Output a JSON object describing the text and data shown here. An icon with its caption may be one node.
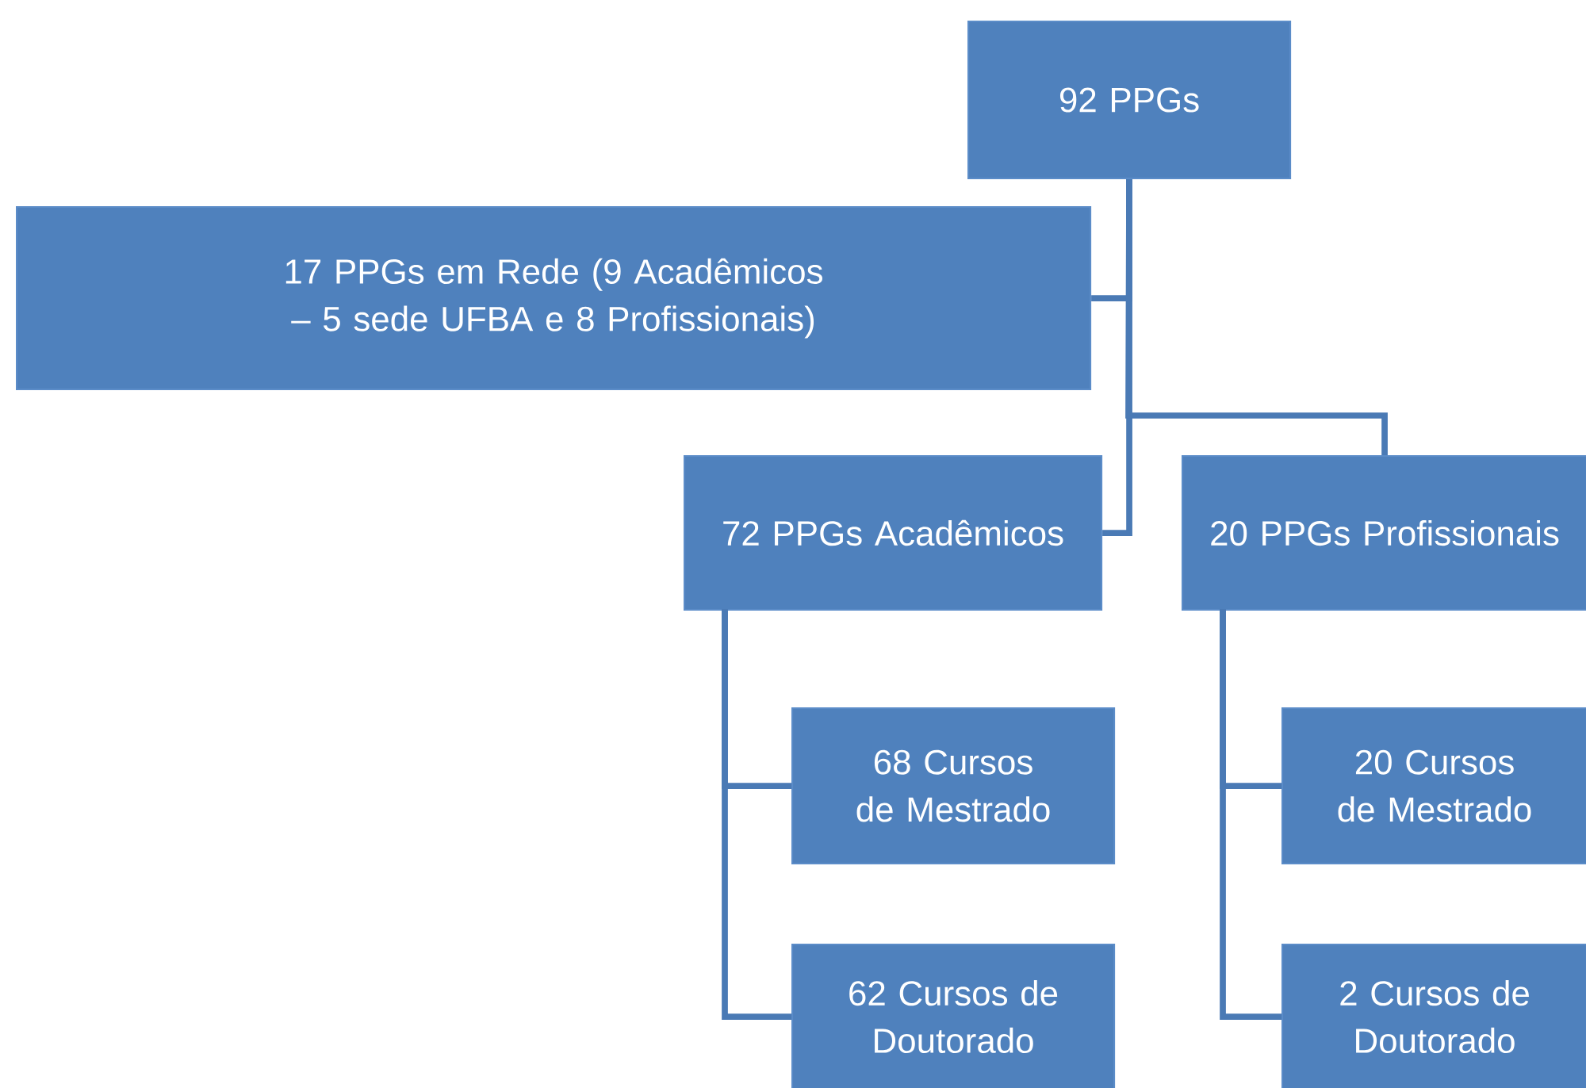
{
  "diagram": {
    "nodes": [
      {
        "text": [
          "92 PPGs"
        ]
      },
      {
        "text": [
          "17 PPGs em Rede (9 Acadêmicos – 5 sede UFBA e 8 Profissionais)"
        ]
      },
      {
        "text": [
          "72 PPGs Acadêmicos"
        ]
      },
      {
        "text": [
          "20 PPGs Profissionais"
        ]
      },
      {
        "text": [
          "68 Cursos de Mestrado"
        ]
      },
      {
        "text": [
          "62 Cursos de Doutorado"
        ]
      },
      {
        "text": [
          "20 Cursos de Mestrado"
        ]
      },
      {
        "text": [
          "2 Cursos de Doutorado"
        ]
      }
    ],
    "edges": [
      {
        "from": 0,
        "to": 1,
        "arrow": "none"
      },
      {
        "from": 0,
        "to": 2,
        "arrow": "none"
      },
      {
        "from": 0,
        "to": 3,
        "arrow": "none"
      },
      {
        "from": 2,
        "to": 4,
        "arrow": "none"
      },
      {
        "from": 2,
        "to": 5,
        "arrow": "none"
      },
      {
        "from": 3,
        "to": 6,
        "arrow": "none"
      },
      {
        "from": 3,
        "to": 7,
        "arrow": "none"
      }
    ]
  }
}
